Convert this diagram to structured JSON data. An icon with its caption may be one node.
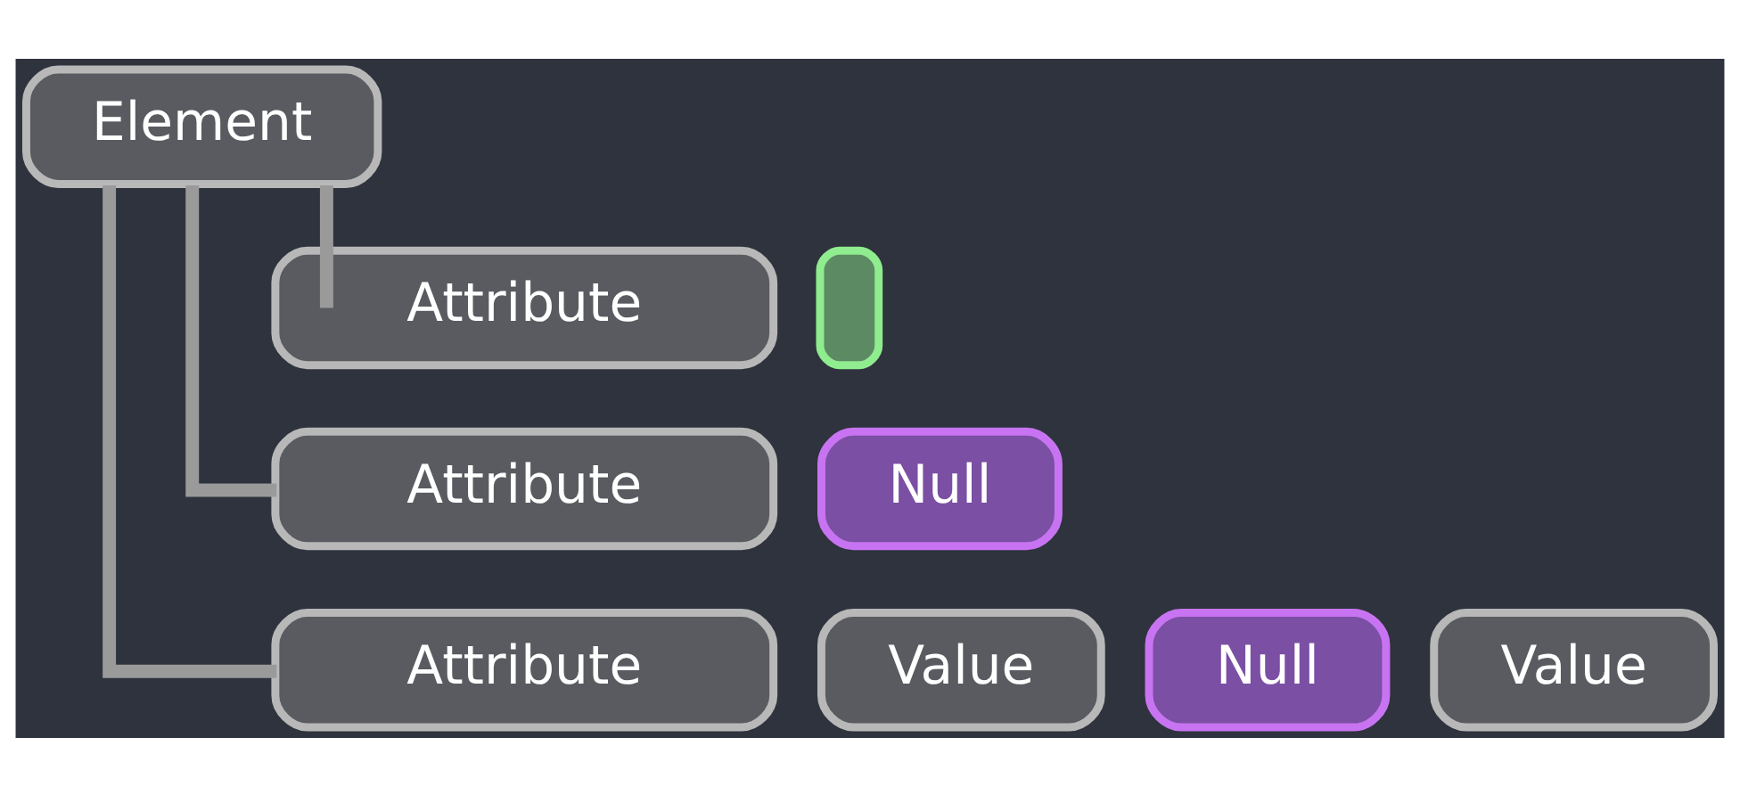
{
  "diagram": {
    "nodes": [
      {
        "text": [
          "Element"
        ]
      },
      {
        "text": [
          "Attribute"
        ]
      },
      {
        "text": [],
        "shape": "box"
      },
      {
        "text": [
          "Attribute"
        ]
      },
      {
        "text": [
          "Null"
        ]
      },
      {
        "text": [
          "Attribute"
        ]
      },
      {
        "text": [
          "Value"
        ]
      },
      {
        "text": [
          "Null"
        ]
      },
      {
        "text": [
          "Value"
        ]
      }
    ],
    "edges": [
      {
        "from": 0,
        "to": 1,
        "arrow": "none"
      },
      {
        "from": 0,
        "to": 3,
        "arrow": "none"
      },
      {
        "from": 0,
        "to": 5,
        "arrow": "none"
      }
    ]
  }
}
